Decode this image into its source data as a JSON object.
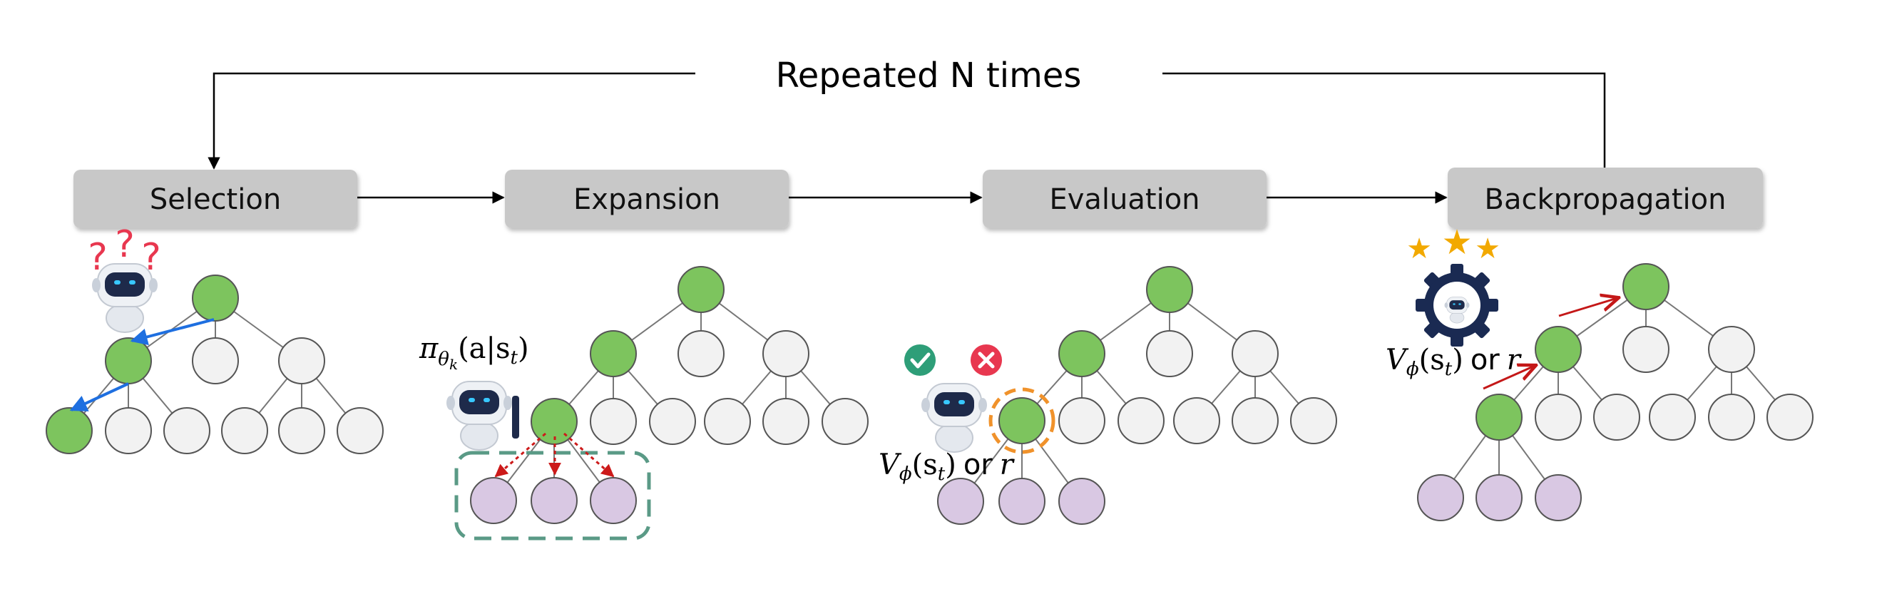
{
  "title": "Repeated N times",
  "stages": [
    {
      "label": "Selection"
    },
    {
      "label": "Expansion"
    },
    {
      "label": "Evaluation"
    },
    {
      "label": "Backpropagation"
    }
  ],
  "policy_label": {
    "pi": "π",
    "sub": "θ",
    "subsub": "k",
    "body": "(a|s",
    "t": "t",
    "close": ")"
  },
  "value_label": {
    "v": "V",
    "sub": "ϕ",
    "body": "(s",
    "t": "t",
    "close": ")",
    "or": "or",
    "r": "r"
  },
  "selection_marks": [
    "?",
    "?",
    "?"
  ],
  "colors": {
    "stage_box": "#c8c8c8",
    "selected_node": "#7dc45e",
    "empty_node": "#f2f2f2",
    "new_node": "#d9c8e3",
    "selection_arrow": "#1e6fe0",
    "expansion_arrow": "#cc1a1a",
    "expansion_box": "#5a9a86",
    "evaluation_ring": "#f0922b",
    "backprop_arrow": "#c41818",
    "star": "#f2a900",
    "check": "#2e9e78",
    "cross": "#e8374f",
    "gear": "#1a2a52"
  }
}
